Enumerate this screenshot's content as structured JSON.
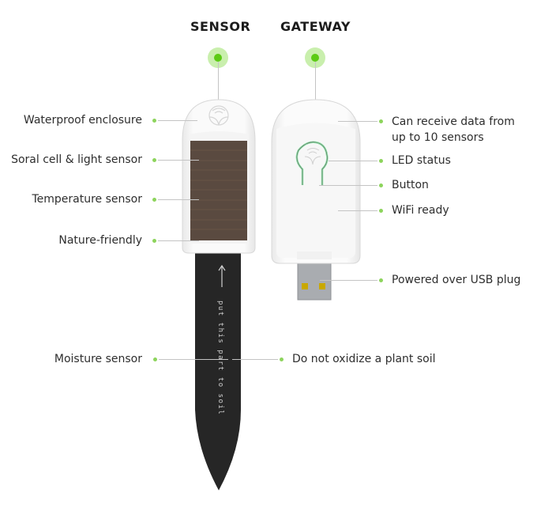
{
  "titles": {
    "sensor": "SENSOR",
    "gateway": "GATEWAY"
  },
  "sensor_labels": [
    {
      "text": "Waterproof enclosure"
    },
    {
      "text": "Soral cell & light sensor"
    },
    {
      "text": "Temperature sensor"
    },
    {
      "text": "Nature-friendly"
    },
    {
      "text": "Moisture sensor"
    }
  ],
  "gateway_labels": [
    {
      "text": "Can receive data from",
      "text2": "up to 10 sensors"
    },
    {
      "text": "LED status"
    },
    {
      "text": "Button"
    },
    {
      "text": "WiFi ready"
    },
    {
      "text": "Powered over USB plug"
    }
  ],
  "probe": {
    "label": "Do not oxidize a plant soil",
    "printed_text": "put this part to soil",
    "arrow_icon": "arrow-up-icon"
  },
  "colors": {
    "accent_green": "#5ccb15",
    "halo_green": "#c9efad",
    "dot_green": "#8dd45c",
    "leader_line": "#c4c4c4",
    "solar_panel": "#5a4a40",
    "probe_black": "#262626",
    "usb_metal": "#a9acb0",
    "usb_contacts": "#c9a800"
  }
}
